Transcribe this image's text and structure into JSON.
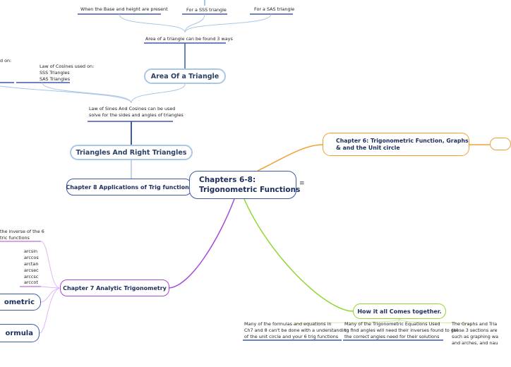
{
  "root": {
    "line1": "Chapters 6-8:",
    "line2": "Trigonometric Functions",
    "menu_icon": "hamburger-icon"
  },
  "ch8": {
    "label": "Chapter 8 Applications of Trig functions",
    "triangles": {
      "label": "Triangles And Right Triangles",
      "note_line1": "Law of Sines And Cosines can be used",
      "note_line2": "solve for the sides and angles of triangles",
      "law_cosines": [
        "Law of Cosines used on:",
        "SSS Triangles",
        "SAS Triangles"
      ],
      "law_sines_fragment": "d on:"
    },
    "area": {
      "label": "Area Of a Triangle",
      "note": "Area of a triangle can be found 3 ways",
      "ways": [
        "When the Base and height are present",
        "For a SSS triangle",
        "For a SAS triangle"
      ]
    }
  },
  "ch6": {
    "label": "Chapter 6: Trigonometric Function, Graphs & and the Unit circle"
  },
  "ch7": {
    "label": "Chapter 7 Analytic Trigonometry",
    "inverse_line1": "the inverse of the 6",
    "inverse_line2": "tric functions",
    "inverse_list": [
      "arcsin",
      "arccos",
      "arctan",
      "arcsec",
      "arccsc",
      "arccot"
    ],
    "node_metric": "ometric",
    "node_formula": "ormula"
  },
  "how": {
    "label": "How it all Comes together.",
    "note1": [
      "Many of the formulas and equations in",
      "Ch7 and 8 can't be done with a understanding",
      "of the unit circle and your 6 trig functions"
    ],
    "note2": [
      "Many of the Trigonometric Equations Used",
      "to find angles will need their inverses found to get",
      "the correct angles need for their solutions"
    ],
    "note3": [
      "The Graphs and Tria",
      "these 3 sections are",
      "such as graphing wa",
      "and arches, and nau"
    ]
  },
  "colors": {
    "blue": "#3b5aa8",
    "light_blue": "#aac7e4",
    "orange": "#f0a033",
    "purple": "#a44ad6",
    "green": "#8fd62e"
  }
}
